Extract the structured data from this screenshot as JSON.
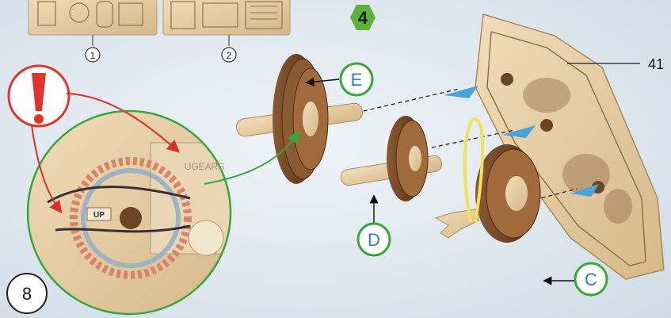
{
  "step": {
    "number": "4",
    "badge_color": "#5db33a"
  },
  "sheet_refs": [
    "1",
    "2"
  ],
  "part_labels": [
    {
      "id": "E",
      "text": "E"
    },
    {
      "id": "D",
      "text": "D"
    },
    {
      "id": "C",
      "text": "C"
    }
  ],
  "part_number": "41",
  "detail_step": "8",
  "detail": {
    "up_text": "UP",
    "brand_text": "UGEARS"
  },
  "warning_symbol": "!",
  "colors": {
    "label_ring": "#3aa63a",
    "label_text": "#2e7fc2",
    "wood_light": "#e9d3ad",
    "wood_dark": "#6b3f22",
    "blue_arrow": "#4aa3dd",
    "warning": "#e0332b",
    "rubber_band": "#f0e35a"
  }
}
